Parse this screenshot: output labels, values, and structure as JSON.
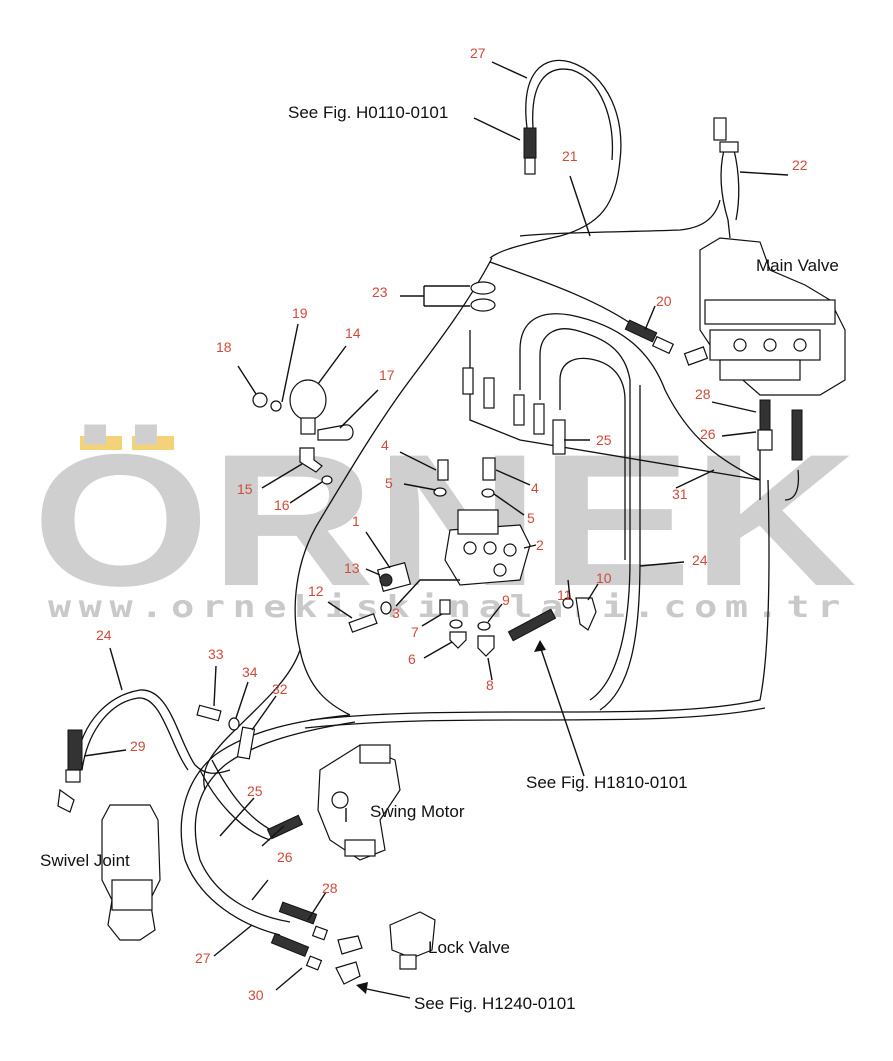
{
  "watermark": {
    "brand": "ÖRNEK",
    "url": "www.ornekiskinalari.com.tr",
    "accent_color": "#f3d27a",
    "gray_color": "#cfcfcf"
  },
  "labels": {
    "see_h0110": "See Fig. H0110-0101",
    "see_h1810": "See Fig. H1810-0101",
    "see_h1240": "See Fig. H1240-0101",
    "main_valve": "Main Valve",
    "swing_motor": "Swing Motor",
    "swivel_joint": "Swivel Joint",
    "lock_valve": "Lock Valve"
  },
  "callouts": {
    "n27a": "27",
    "n21": "21",
    "n22": "22",
    "n23": "23",
    "n20": "20",
    "n19": "19",
    "n14": "14",
    "n18": "18",
    "n17": "17",
    "n4a": "4",
    "n5a": "5",
    "n4b": "4",
    "n5b": "5",
    "n25a": "25",
    "n28a": "28",
    "n26a": "26",
    "n31": "31",
    "n15": "15",
    "n16": "16",
    "n1": "1",
    "n2": "2",
    "n13": "13",
    "n12": "12",
    "n3": "3",
    "n9": "9",
    "n11": "11",
    "n10": "10",
    "n24a": "24",
    "n7": "7",
    "n6": "6",
    "n8": "8",
    "n24b": "24",
    "n33": "33",
    "n34": "34",
    "n32": "32",
    "n29": "29",
    "n25b": "25",
    "n26b": "26",
    "n28b": "28",
    "n27b": "27",
    "n30": "30"
  }
}
